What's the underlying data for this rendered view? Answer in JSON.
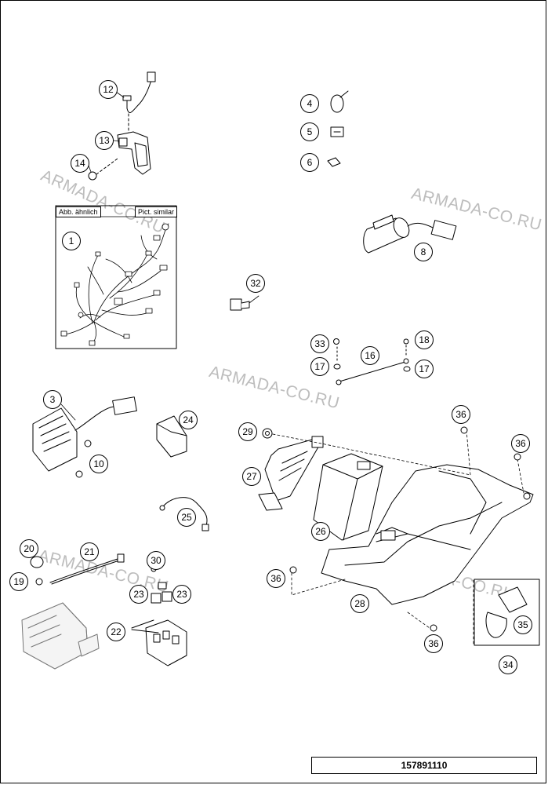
{
  "drawing_number": "157891110",
  "inset_labels": {
    "left": "Abb. ähnlich",
    "right": "Pict. similar"
  },
  "watermark": "ARMADA-CO.RU",
  "callouts": [
    "12",
    "13",
    "14",
    "1",
    "4",
    "5",
    "6",
    "8",
    "32",
    "33",
    "18",
    "16",
    "17",
    "17",
    "3",
    "10",
    "24",
    "29",
    "27",
    "36",
    "36",
    "26",
    "25",
    "20",
    "21",
    "30",
    "19",
    "23",
    "23",
    "22",
    "36",
    "28",
    "36",
    "35",
    "34"
  ]
}
